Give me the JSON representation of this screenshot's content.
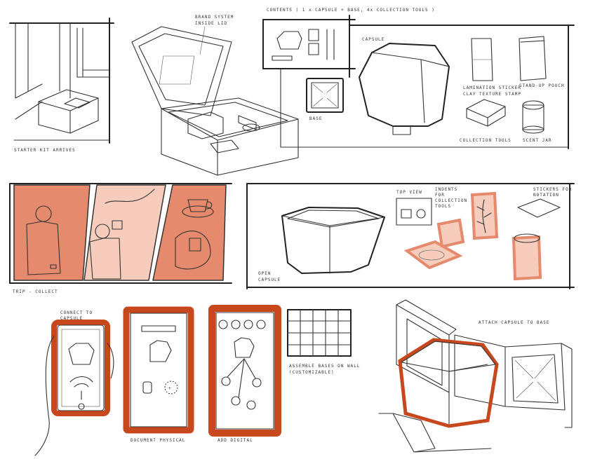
{
  "captions": {
    "starter_kit": "STARTER KIT ARRIVES",
    "brand_system": "BRAND SYSTEM",
    "brand_system_2": "INSIDE LID",
    "contents": "CONTENTS  ( 1 x CAPSULE + BASE, 4x COLLECTION TOOLS )",
    "capsule": "CAPSULE",
    "base": "BASE",
    "lamination_sticker": "LAMINATION STICKER",
    "clay_texture_stamp": "CLAY TEXTURE STAMP",
    "stand_up_pouch": "STAND-UP POUCH",
    "collection_tools": "COLLECTION TOOLS",
    "scent_jar": "SCENT JAR",
    "trip_collect": "TRIP - COLLECT",
    "top_view": "TOP VIEW",
    "indents": "INDENTS",
    "indents_2": "FOR",
    "indents_3": "COLLECTION",
    "indents_4": "TOOLS",
    "stickers": "STICKERS FOR",
    "stickers_2": "NOTATION",
    "open_capsule": "OPEN",
    "open_capsule_2": "CAPSULE",
    "connect_to_capsule": "CONNECT TO",
    "connect_to_capsule_2": "CAPSULE",
    "document_physical": "DOCUMENT PHYSICAL",
    "add_digital": "ADD DIGITAL",
    "assemble_bases": "ASSEMBLE BASES ON WALL",
    "assemble_bases_2": "(CUSTOMIZABLE)",
    "attach_capsule": "ATTACH CAPSULE TO BASE"
  },
  "colors": {
    "ink": "#333333",
    "accent": "#c8481e",
    "accent_light": "#e8957a",
    "accent_pale": "#f6cdbd",
    "accent_mid": "#e58a6c"
  }
}
